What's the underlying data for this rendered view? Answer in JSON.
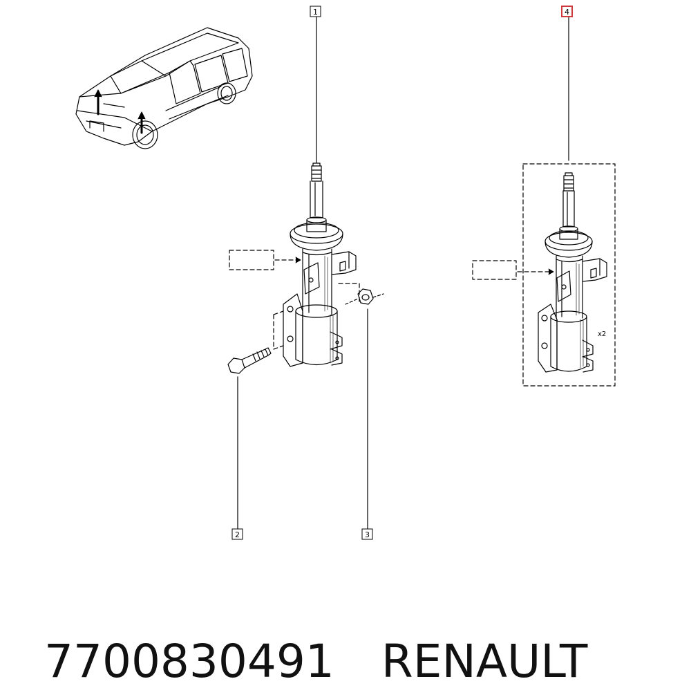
{
  "callouts": {
    "c1": "1",
    "c2": "2",
    "c3": "3",
    "c4": "4"
  },
  "quantity_label": "x2",
  "footer": {
    "part_number": "7700830491",
    "brand": "RENAULT"
  },
  "colors": {
    "line": "#000000",
    "highlight": "#d0393e"
  }
}
